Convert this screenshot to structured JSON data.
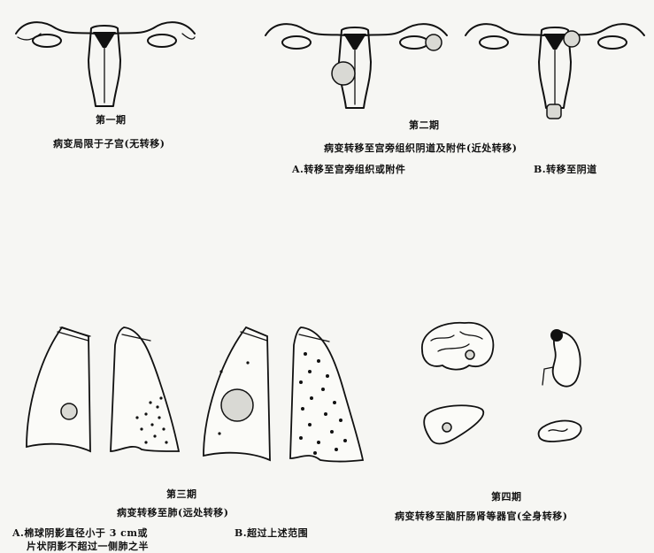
{
  "stage1": {
    "title": "第一期",
    "desc": "病变局限于子宫(无转移)"
  },
  "stage2": {
    "title": "第二期",
    "desc": "病变转移至宫旁组织阴道及附件(近处转移)",
    "sub_a": "A.转移至宫旁组织或附件",
    "sub_b": "B.转移至阴道"
  },
  "stage3": {
    "title": "第三期",
    "desc": "病变转移至肺(远处转移)",
    "sub_a_line1": "A.棉球阴影直径小于 3 cm或",
    "sub_a_line2": "片状阴影不超过一侧肺之半",
    "sub_b": "B.超过上述范围"
  },
  "stage4": {
    "title": "第四期",
    "desc": "病变转移至脑肝肠肾等器官(全身转移)"
  },
  "colors": {
    "ink": "#111111",
    "paper": "#f6f6f3"
  }
}
